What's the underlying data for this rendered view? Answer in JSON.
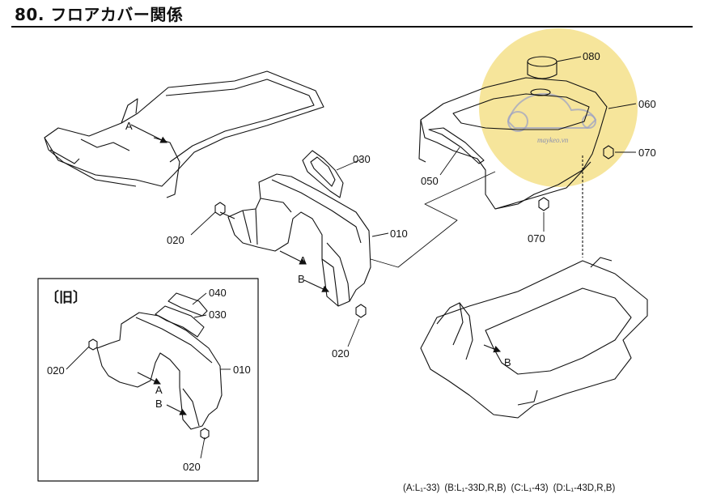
{
  "header": {
    "title": "80. フロアカバー関係"
  },
  "inset": {
    "title": "〔旧〕"
  },
  "callouts": {
    "p010": "010",
    "p020": "020",
    "p030": "030",
    "p040": "040",
    "p050": "050",
    "p060": "060",
    "p070": "070",
    "p080": "080"
  },
  "markers": {
    "a": "A",
    "b": "B"
  },
  "footnote": {
    "items": [
      "(A:L₁-33)",
      "(B:L₁-33D,R,B)",
      "(C:L₁-43)",
      "(D:L₁-43D,R,B)"
    ]
  },
  "watermark": {
    "text": "maykeo.vn",
    "color": "#f3dc7a"
  }
}
